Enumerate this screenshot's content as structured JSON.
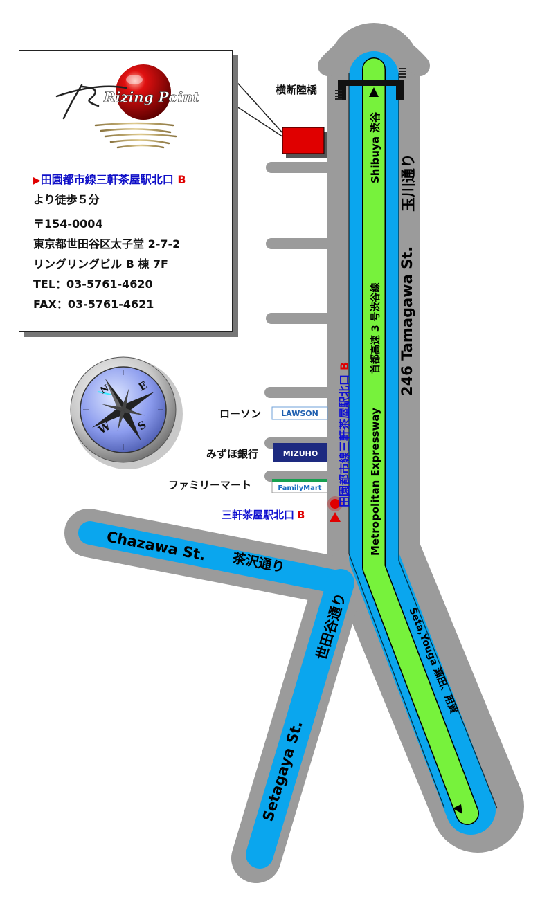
{
  "logo": {
    "text": "Rizing Point"
  },
  "info": {
    "station_line": "田園都市線三軒茶屋駅北口",
    "station_exit": "B",
    "walk": "より徒歩５分",
    "postal": "〒154-0004",
    "address": "東京都世田谷区太子堂 2-7-2",
    "building": "リングリングビル B 棟 7F",
    "tel": "TEL：03-5761-4620",
    "fax": "FAX：03-5761-4621"
  },
  "landmarks": {
    "crosswalk": "横断陸橋",
    "lawson_jp": "ローソン",
    "lawson_sign": "LAWSON",
    "mizuho_jp": "みずほ銀行",
    "mizuho_sign": "MIZUHO",
    "familymart_jp": "ファミリーマート",
    "familymart_sign": "FamilyMart",
    "exit_label": "三軒茶屋駅北口",
    "exit_letter": "B",
    "station_vertical": "田園都市線三軒茶屋駅北口",
    "station_vertical_exit": "B"
  },
  "roads": {
    "shibuya": "Shibuya 渋谷",
    "expressway_jp": "首都高速 3 号渋谷線",
    "expressway_en": "Metropolitan Expressway",
    "tamagawa": "246 Tamagawa St.",
    "tamagawa_jp": "玉川通り",
    "chazawa": "Chazawa St.",
    "chazawa_jp": "茶沢通り",
    "setagaya": "Setagaya St.",
    "setagaya_jp": "世田谷通り",
    "seta_youga": "Seta,Youga 瀬田、用賀"
  },
  "compass": {
    "n": "N",
    "e": "E",
    "s": "S",
    "w": "W"
  },
  "colors": {
    "road_gray": "#9b9b9b",
    "road_blue": "#0aa6ee",
    "expressway_green": "#77f23c",
    "marker_red": "#e00000",
    "station_blue": "#1010c8"
  }
}
